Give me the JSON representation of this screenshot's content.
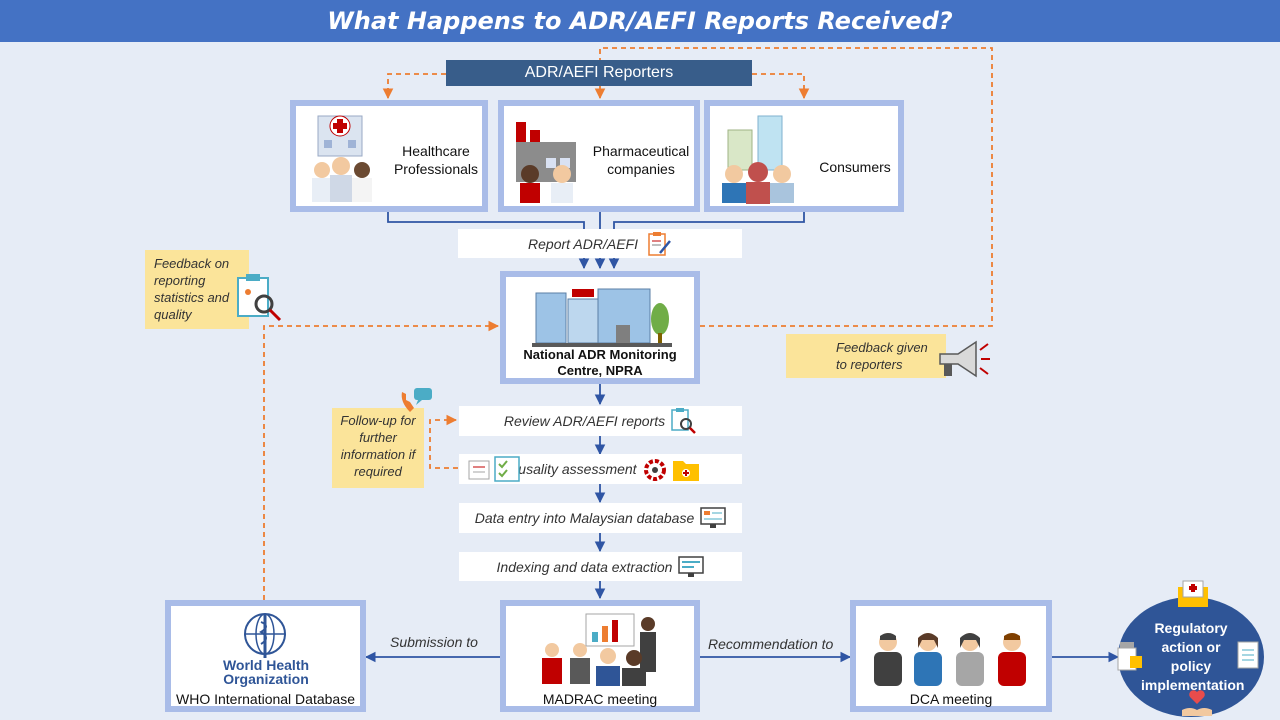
{
  "title": "What Happens to ADR/AEFI Reports Received?",
  "reporters": {
    "header": "ADR/AEFI Reporters",
    "healthcare": "Healthcare Professionals",
    "pharma": "Pharmaceutical companies",
    "consumers": "Consumers"
  },
  "steps": {
    "report": "Report ADR/AEFI",
    "review": "Review ADR/AEFI reports",
    "causality": "Causality assessment",
    "data_entry": "Data entry into Malaysian database",
    "indexing": "Indexing and data extraction"
  },
  "centre": {
    "label": "National ADR Monitoring Centre, NPRA"
  },
  "notes": {
    "feedback_stats": "Feedback on reporting statistics and quality",
    "feedback_reporters": "Feedback given to reporters",
    "followup": "Follow-up for further information if required"
  },
  "meetings": {
    "who": "WHO International Database",
    "who_logo_line1": "World Health",
    "who_logo_line2": "Organization",
    "madrac": "MADRAC meeting",
    "dca": "DCA meeting"
  },
  "edges": {
    "submission": "Submission to",
    "recommendation": "Recommendation to"
  },
  "outcome": "Regulatory action or policy implementation",
  "colors": {
    "title_bg": "#4472c4",
    "reporters_bar": "#385d8a",
    "card_border": "#a9bce8",
    "arrow_blue": "#2f55a4",
    "arrow_orange": "#ed7d31",
    "note_bg": "#fbe49a",
    "circle_bg": "#2f5597"
  }
}
